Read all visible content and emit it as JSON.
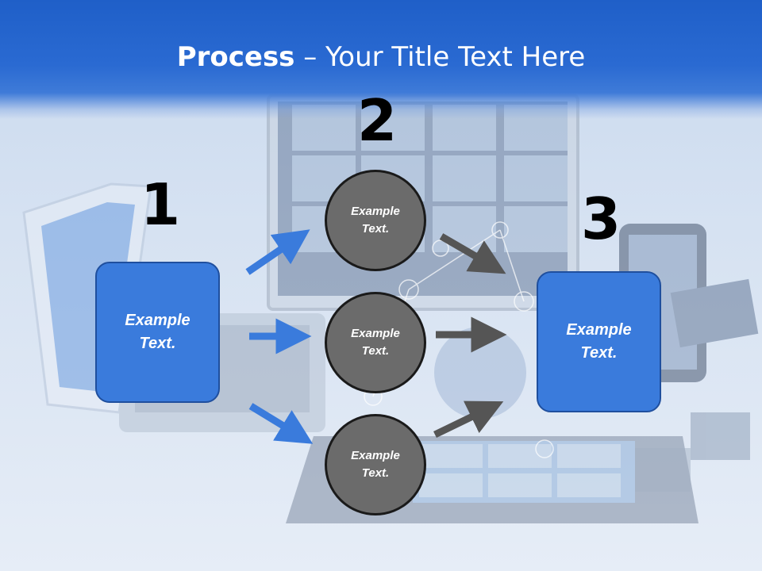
{
  "title": {
    "bold": "Process",
    "rest": " – Your Title Text Here"
  },
  "steps": {
    "one": {
      "number": "1",
      "text": "Example\nText."
    },
    "two": {
      "number": "2",
      "items": [
        "Example\nText.",
        "Example\nText.",
        "Example\nText."
      ]
    },
    "three": {
      "number": "3",
      "text": "Example\nText."
    }
  },
  "colors": {
    "box_blue": "#3a7bdc",
    "arrow_blue": "#3a7bdc",
    "arrow_gray": "#555555",
    "circle_gray": "#6b6b6b",
    "title_bar": "#2a6ad2"
  }
}
